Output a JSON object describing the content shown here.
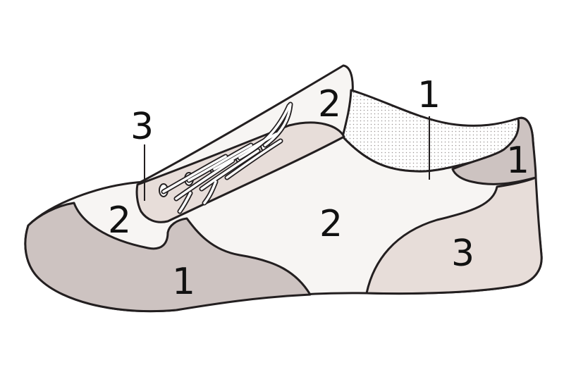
{
  "colors": {
    "part_1": "#cdc3c1",
    "part_2": "#f7f5f3",
    "part_3": "#e7ddd9",
    "outline": "#231f20",
    "mesh_dots": "#9a9493"
  },
  "labels": {
    "toe_cap": "1",
    "heel_tab": "1",
    "collar_leader": "1",
    "vamp": "2",
    "quarter": "2",
    "tongue": "2",
    "eyestay_leader": "3",
    "heel_counter": "3"
  }
}
